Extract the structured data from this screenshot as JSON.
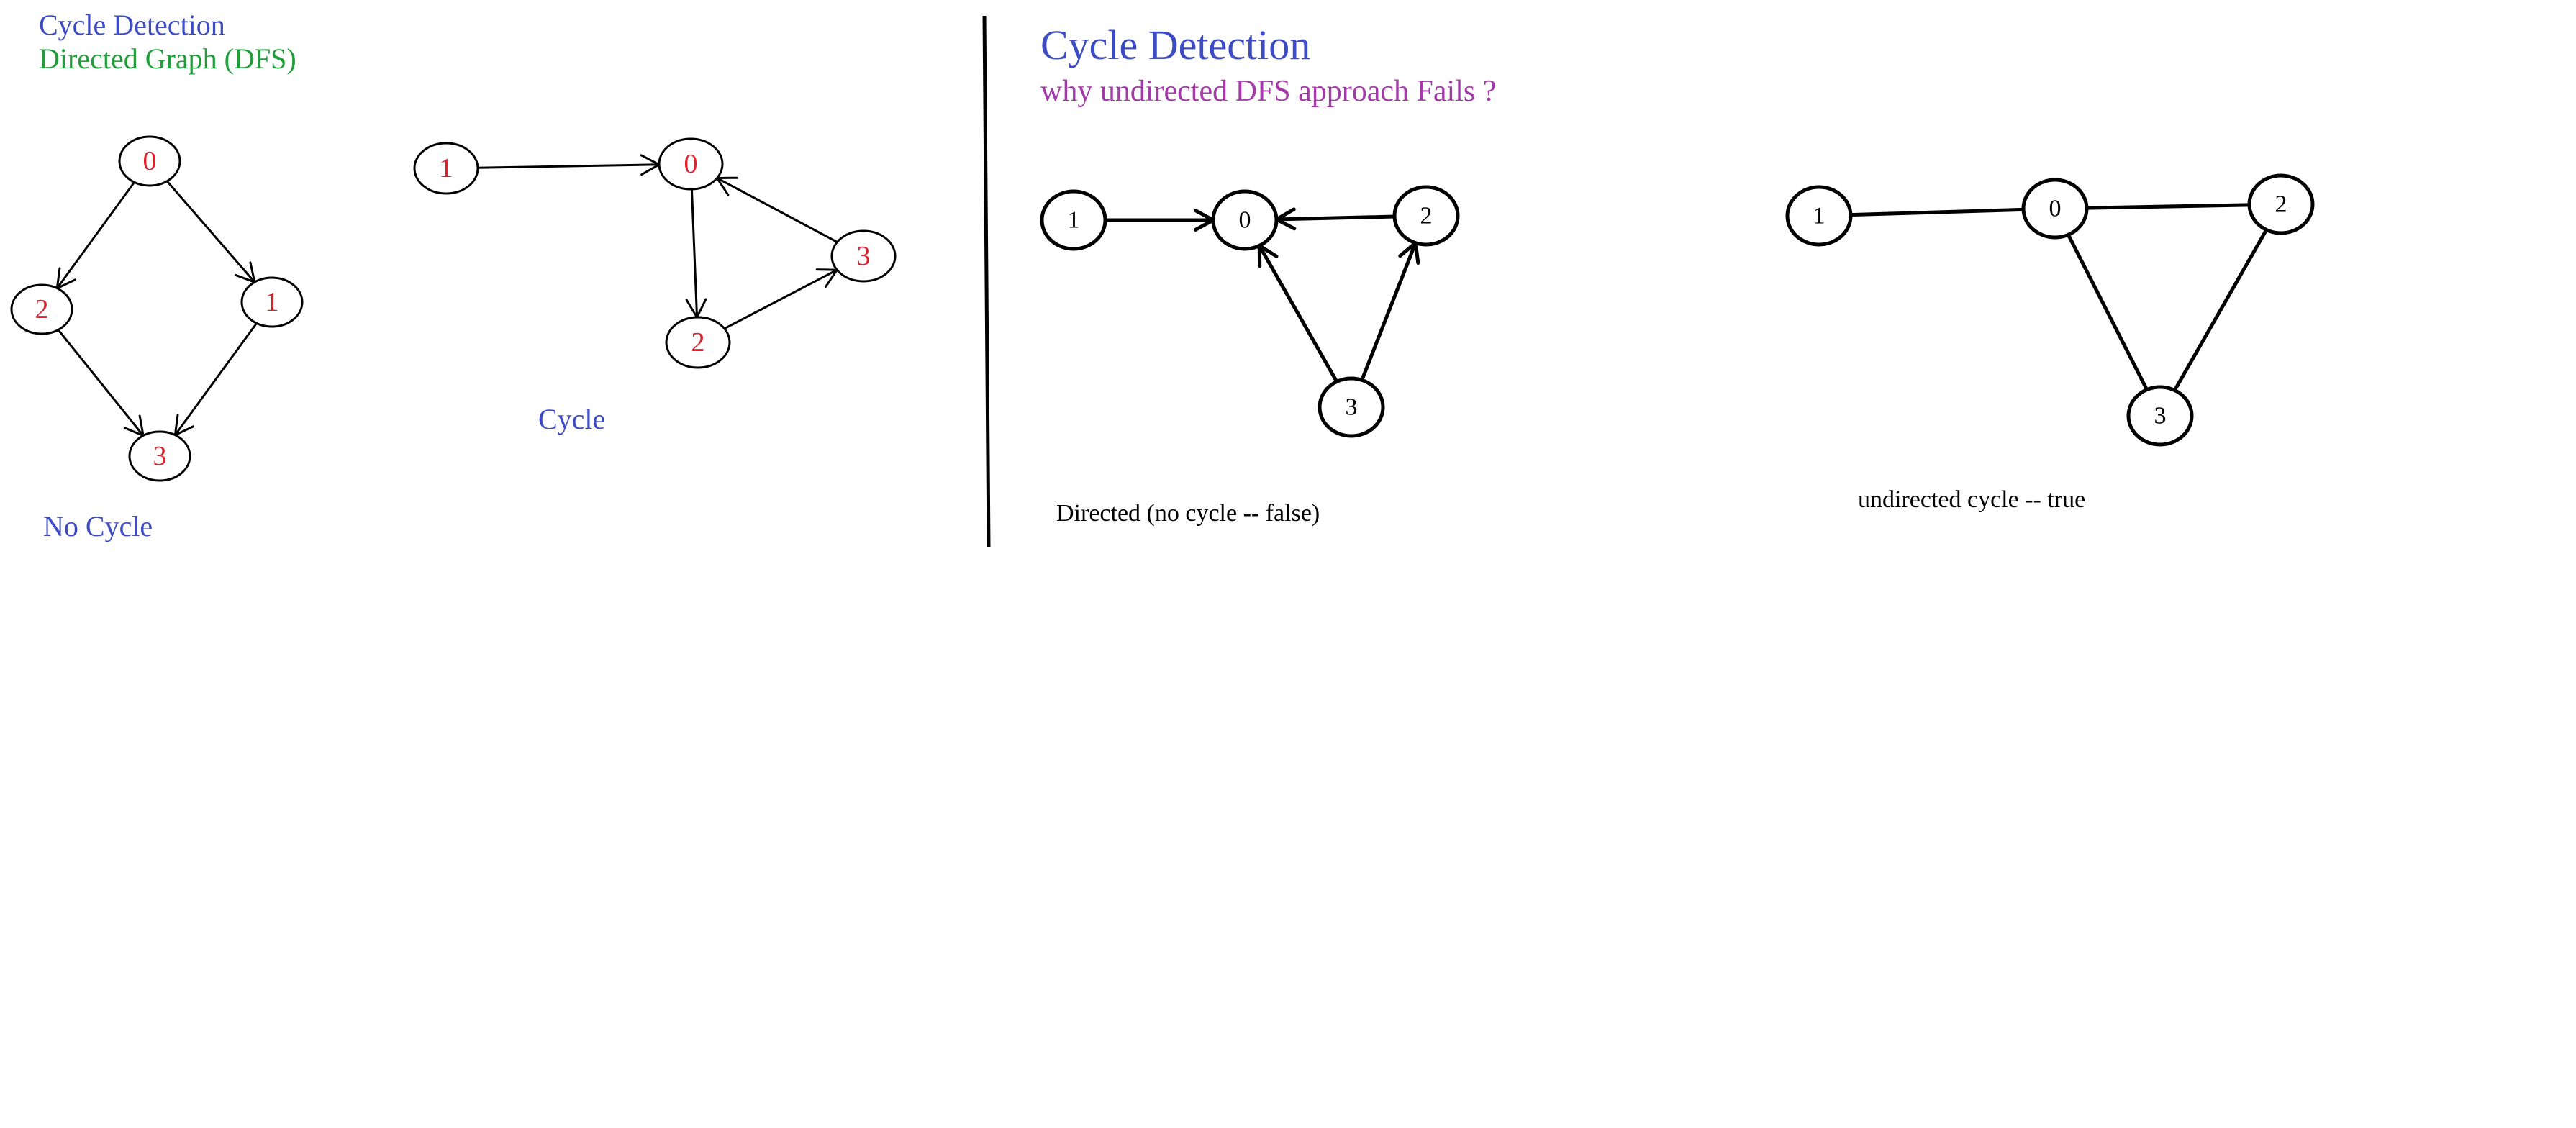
{
  "left_panel": {
    "title": "Cycle Detection",
    "subtitle": "Directed Graph (DFS)",
    "graph_a": {
      "caption": "No Cycle",
      "nodes": [
        {
          "id": "a0",
          "label": "0"
        },
        {
          "id": "a2",
          "label": "2"
        },
        {
          "id": "a1",
          "label": "1"
        },
        {
          "id": "a3",
          "label": "3"
        }
      ],
      "edges": [
        {
          "from": "a0",
          "to": "a2",
          "directed": true
        },
        {
          "from": "a0",
          "to": "a1",
          "directed": true
        },
        {
          "from": "a2",
          "to": "a3",
          "directed": true
        },
        {
          "from": "a1",
          "to": "a3",
          "directed": true
        }
      ]
    },
    "graph_b": {
      "caption": "Cycle",
      "nodes": [
        {
          "id": "b1",
          "label": "1"
        },
        {
          "id": "b0",
          "label": "0"
        },
        {
          "id": "b3",
          "label": "3"
        },
        {
          "id": "b2",
          "label": "2"
        }
      ],
      "edges": [
        {
          "from": "b1",
          "to": "b0",
          "directed": true
        },
        {
          "from": "b0",
          "to": "b2",
          "directed": true
        },
        {
          "from": "b2",
          "to": "b3",
          "directed": true
        },
        {
          "from": "b3",
          "to": "b0",
          "directed": true
        }
      ]
    }
  },
  "right_panel": {
    "title": "Cycle Detection",
    "subtitle": "why undirected DFS approach Fails ?",
    "graph_c": {
      "caption": "Directed (no cycle -- false)",
      "nodes": [
        {
          "id": "c1",
          "label": "1"
        },
        {
          "id": "c0",
          "label": "0"
        },
        {
          "id": "c2",
          "label": "2"
        },
        {
          "id": "c3",
          "label": "3"
        }
      ],
      "edges": [
        {
          "from": "c1",
          "to": "c0",
          "directed": true
        },
        {
          "from": "c2",
          "to": "c0",
          "directed": true
        },
        {
          "from": "c3",
          "to": "c0",
          "directed": true
        },
        {
          "from": "c3",
          "to": "c2",
          "directed": true
        }
      ]
    },
    "graph_d": {
      "caption": "undirected cycle -- true",
      "nodes": [
        {
          "id": "d1",
          "label": "1"
        },
        {
          "id": "d0",
          "label": "0"
        },
        {
          "id": "d2",
          "label": "2"
        },
        {
          "id": "d3",
          "label": "3"
        }
      ],
      "edges": [
        {
          "from": "d1",
          "to": "d0",
          "directed": false
        },
        {
          "from": "d0",
          "to": "d2",
          "directed": false
        },
        {
          "from": "d0",
          "to": "d3",
          "directed": false
        },
        {
          "from": "d2",
          "to": "d3",
          "directed": false
        }
      ]
    }
  },
  "colors": {
    "title_blue": "#3d4cc4",
    "subtitle_green": "#1f9e3a",
    "subtitle_purple": "#a23aa8",
    "node_label_red": "#e0202a",
    "node_label_black": "#000000",
    "stroke": "#000000"
  }
}
